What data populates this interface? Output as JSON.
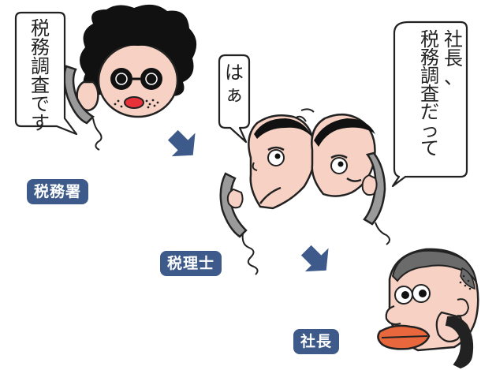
{
  "labels": {
    "tax_office": "税務署",
    "tax_accountant": "税理士",
    "president": "社長"
  },
  "bubbles": {
    "tax_office": [
      "税",
      "務",
      "調",
      "査",
      "で",
      "す"
    ],
    "tax_accountant": [
      "は",
      "ぁ"
    ],
    "president_col1": [
      "社",
      "長",
      "、"
    ],
    "president_col2": [
      "税",
      "務",
      "調",
      "査",
      "だ",
      "っ",
      "て"
    ]
  },
  "colors": {
    "label_bg": "#3d5a8a",
    "arrow": "#3d5a8a",
    "phone": "#9a9a9a",
    "skin": "#f7d2c4",
    "lips": "#e9673c"
  }
}
